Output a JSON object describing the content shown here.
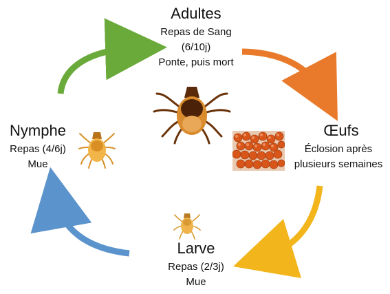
{
  "stages": {
    "adultes": {
      "title": "Adultes",
      "lines": [
        "Repas de Sang",
        "(6/10j)",
        "Ponte, puis mort"
      ]
    },
    "oeufs": {
      "title": "Œufs",
      "lines": [
        "Éclosion après",
        "plusieurs semaines"
      ]
    },
    "larve": {
      "title": "Larve",
      "lines": [
        "Repas (2/3j)",
        "Mue"
      ]
    },
    "nymphe": {
      "title": "Nymphe",
      "lines": [
        "Repas (4/6j)",
        "Mue"
      ]
    }
  },
  "arrows": [
    {
      "name": "green",
      "color": "#6aaa3a"
    },
    {
      "name": "orange",
      "color": "#e97a2b"
    },
    {
      "name": "yellow",
      "color": "#f2b51c"
    },
    {
      "name": "blue",
      "color": "#5b93cc"
    }
  ],
  "images": [
    {
      "name": "adult-tick-icon",
      "color": "#c9641e"
    },
    {
      "name": "eggs-icon",
      "color": "#d65b18"
    },
    {
      "name": "larva-tick-icon",
      "color": "#e7a93a"
    },
    {
      "name": "nymph-tick-icon",
      "color": "#e8a22f"
    }
  ]
}
